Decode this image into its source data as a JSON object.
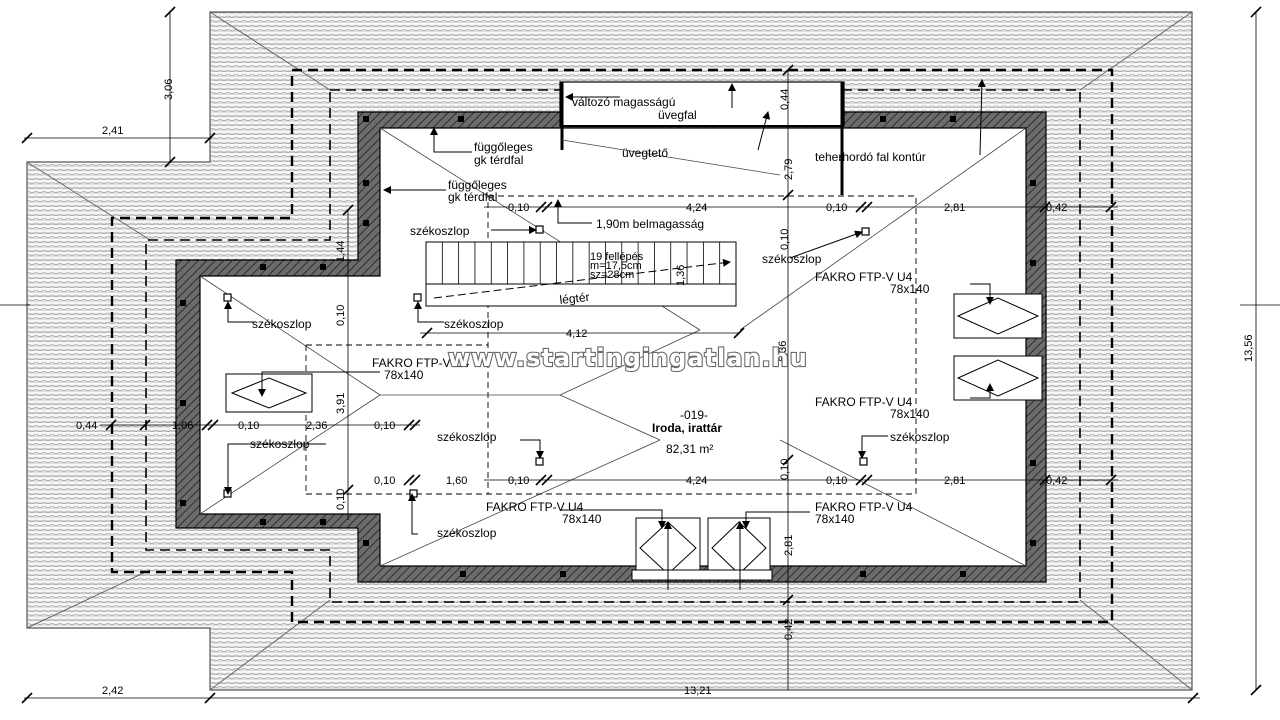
{
  "room": {
    "number": "-019-",
    "name": "Iroda, irattár",
    "area": "82,31 m²"
  },
  "watermark": "www.startingingatlan.hu",
  "stair": {
    "l1": "19 fellépés",
    "l2": "m=17,5cm",
    "l3": "sz=28cm",
    "dim": "1,36"
  },
  "labels": {
    "valtozo": "változó magasságú",
    "uvegfal": "üvegfal",
    "uvegteto": "üvegtető",
    "teherhordo": "teherhordó fal kontúr",
    "fugg1a": "függőleges",
    "fugg1b": "gk térdfal",
    "fugg2a": "függőleges",
    "fugg2b": "gk térdfal",
    "belmag": "1,90m belmagasság",
    "legter": "légtér",
    "szek1": "székoszlop",
    "szek2": "székoszlop",
    "szek3": "székoszlop",
    "szek4": "székoszlop",
    "szek5": "székoszlop",
    "szek6": "székoszlop",
    "szek7": "székoszlop",
    "szek8": "székoszlop",
    "fakro1a": "FAKRO FTP-V U4",
    "fakro1b": "78x140",
    "fakro2a": "FAKRO FTP-V U4",
    "fakro2b": "78x140",
    "fakro3a": "FAKRO FTP-V U4",
    "fakro3b": "78x140",
    "fakro4a": "FAKRO FTP-V U4",
    "fakro4b": "78x140",
    "fakro5a": "FAKRO FTP-V U4",
    "fakro5b": "78x140"
  },
  "dims": {
    "d306": "3,06",
    "d241": "2,41",
    "d242": "2,42",
    "d1321": "13,21",
    "d1356": "13,56",
    "d044t": "0,44",
    "d279": "2,79",
    "d010a": "0,10",
    "d424a": "4,24",
    "d010b": "0,10",
    "d281a": "2,81",
    "d042a": "0,42",
    "d010c": "0,10",
    "d412": "4,12",
    "d636": "6,36",
    "d044l": "0,44",
    "d106": "1,06",
    "d010d": "0,10",
    "d236": "2,36",
    "d010e": "0,10",
    "d391": "3,91",
    "d010f": "0,10",
    "d160": "1,60",
    "d010g": "0,10",
    "d424b": "4,24",
    "d010h": "0,10",
    "d281b": "2,81",
    "d042b": "0,42",
    "d010v": "0,10",
    "d281v": "2,81",
    "d042v": "0,42",
    "d010l": "0,10",
    "d010l2": "0,10",
    "d144": "1,44"
  }
}
